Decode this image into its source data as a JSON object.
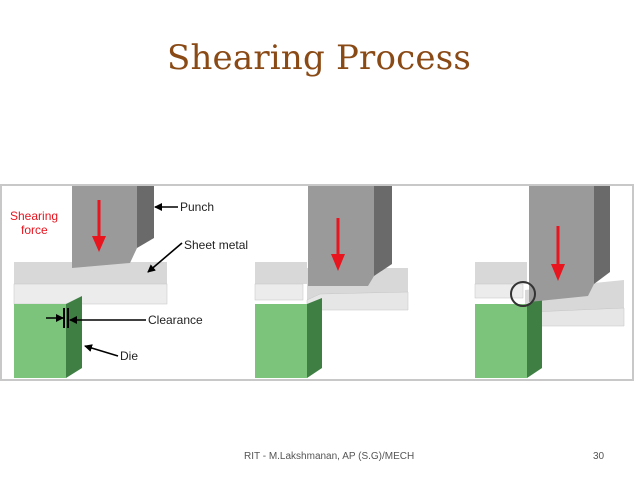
{
  "slide": {
    "title": "Shearing Process"
  },
  "diagram": {
    "force_label_line1": "Shearing",
    "force_label_line2": "force",
    "callouts": {
      "punch": "Punch",
      "sheet_metal": "Sheet metal",
      "clearance": "Clearance",
      "die": "Die"
    },
    "colors": {
      "punch_face": "#9a9a9a",
      "punch_side": "#6a6a6a",
      "sheet_light": "#d8d8d8",
      "sheet_shadow": "#bdbdbd",
      "die_face": "#7cc47c",
      "die_side": "#3f7f44",
      "force_arrow": "#e8141e",
      "force_label": "#e8141e"
    },
    "stages": [
      "stage-1-contact",
      "stage-2-penetration",
      "stage-3-fracture"
    ]
  },
  "footer": {
    "credit": "RIT - M.Lakshmanan, AP (S.G)/MECH",
    "page_number": "30"
  }
}
